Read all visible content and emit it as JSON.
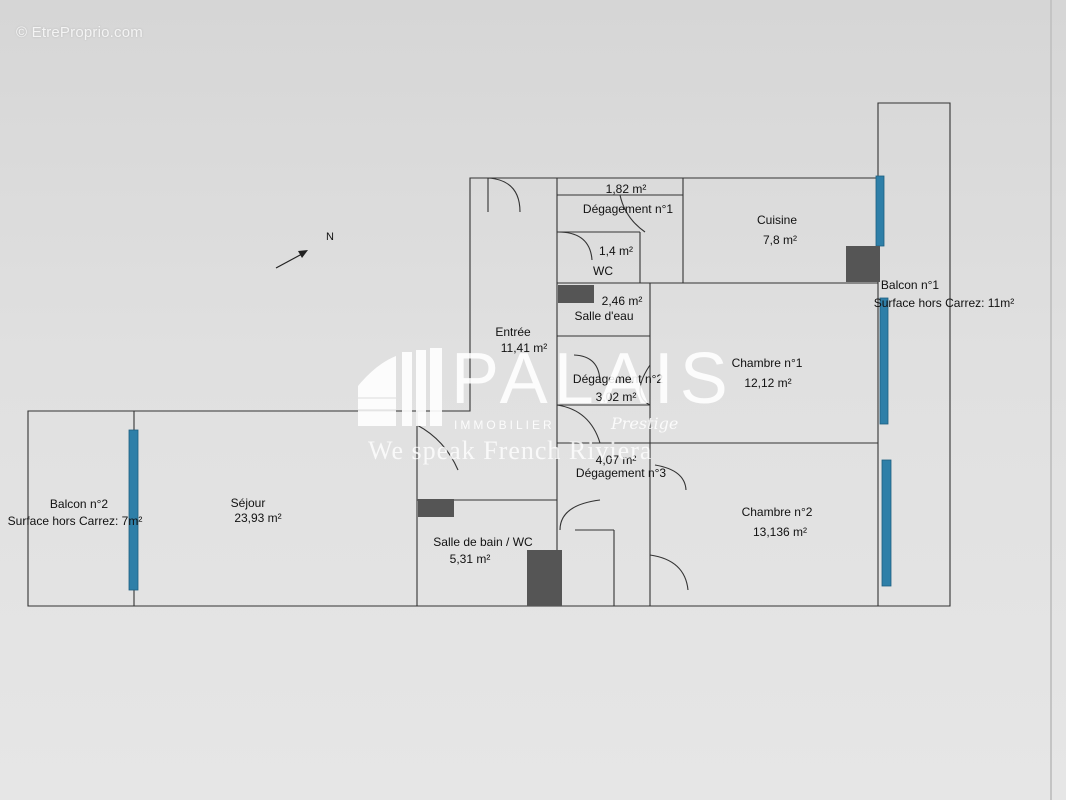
{
  "copyright": "© EtreProprio.com",
  "north": "N",
  "rooms": {
    "degagement1": {
      "area": "1,82  m²",
      "name": "Dégagement n°1"
    },
    "cuisine": {
      "name": "Cuisine",
      "area": "7,8  m²"
    },
    "wc": {
      "area": "1,4  m²",
      "name": "WC"
    },
    "balcon1": {
      "name": "Balcon n°1",
      "note": "Surface hors Carrez: 11m²"
    },
    "salle_eau": {
      "area": "2,46  m²",
      "name": "Salle d'eau"
    },
    "entree": {
      "name": "Entrée",
      "area": "11,41  m²"
    },
    "chambre1": {
      "name": "Chambre n°1",
      "area": "12,12  m²"
    },
    "degagement2": {
      "name": "Dégagement n°2",
      "area": "3,02  m²"
    },
    "degagement3": {
      "area": "4,07  m²",
      "name": "Dégagement n°3"
    },
    "balcon2": {
      "name": "Balcon n°2",
      "note": "Surface hors Carrez: 7m²"
    },
    "sejour": {
      "name": "Séjour",
      "area": "23,93  m²"
    },
    "chambre2": {
      "name": "Chambre n°2",
      "area": "13,136  m²"
    },
    "salle_bain": {
      "name": "Salle de bain / WC",
      "area": "5,31  m²"
    }
  },
  "watermark": {
    "brand": "PALAIS",
    "sub": "IMMOBILIER",
    "script": "Prestige",
    "slogan": "We speak French Riviera"
  },
  "colors": {
    "wall": "#333333",
    "window": "#2e7fa8",
    "duct": "#555555"
  }
}
